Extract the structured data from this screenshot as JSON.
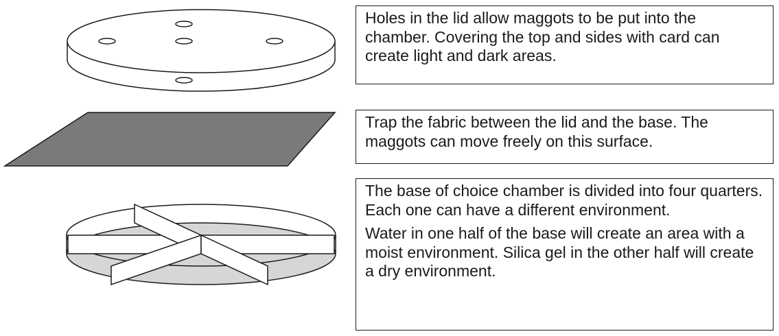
{
  "captions": {
    "lid": "Holes in the lid allow maggots to be put into the chamber. Covering the top and sides with card can create light and dark areas.",
    "fabric": "Trap the fabric between the lid and the base. The maggots can move freely on this surface.",
    "base_division": "The base of choice chamber is divided into four quarters. Each one can have a different environment.",
    "base_conditions": "Water in one half of the base will create an area with a moist environment. Silica gel in the other half will create a dry environment."
  },
  "colors": {
    "outline": "#1a1a1a",
    "fabric_fill": "#7a7a7a",
    "base_floor_fill": "#d6d6d6",
    "background": "#ffffff"
  }
}
